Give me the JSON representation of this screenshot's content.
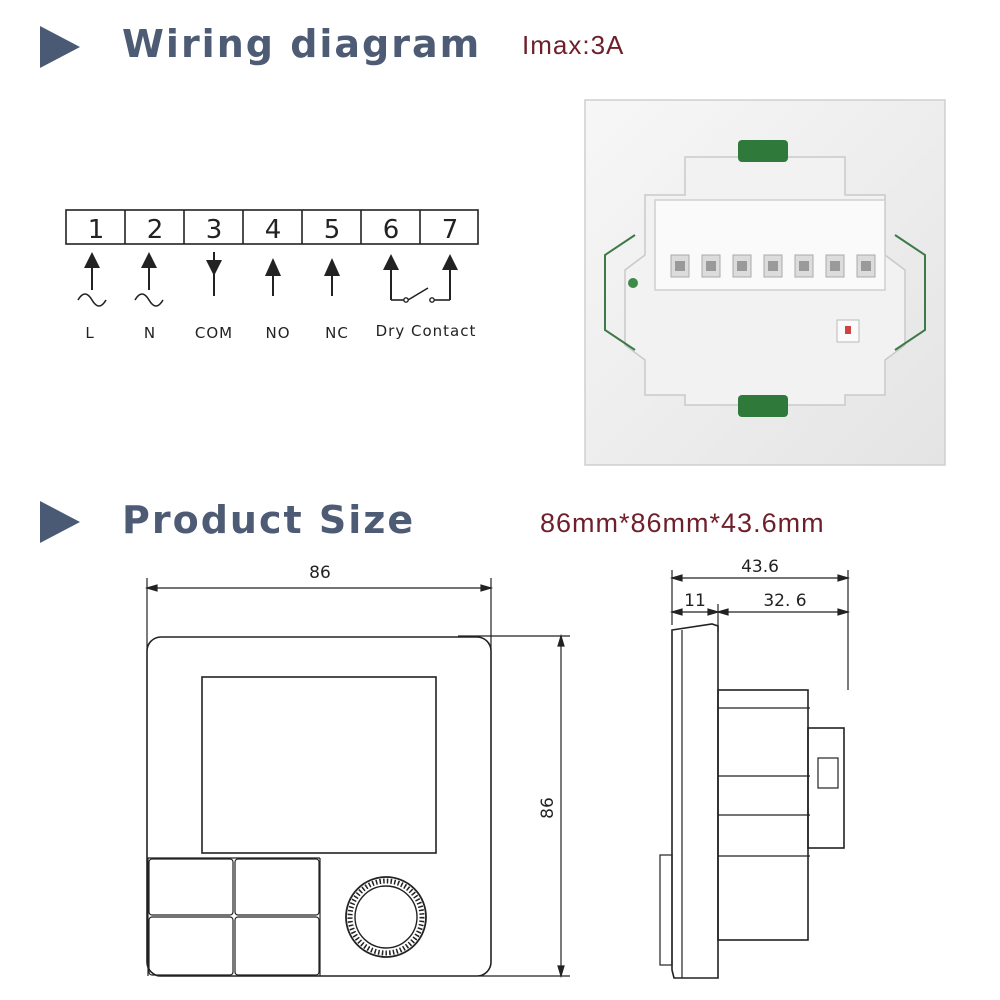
{
  "wiring": {
    "title": "Wiring diagram",
    "imax": "Imax:3A",
    "terminals": [
      "1",
      "2",
      "3",
      "4",
      "5",
      "6",
      "7"
    ],
    "labels": {
      "l": "L",
      "n": "N",
      "com": "COM",
      "no": "NO",
      "nc": "NC",
      "dry": "Dry Contact"
    }
  },
  "product_size": {
    "title": "Product Size",
    "spec": "86mm*86mm*43.6mm",
    "front_width": "86",
    "front_height": "86",
    "side_depth": "43.6",
    "side_front": "11",
    "side_back": "32. 6"
  },
  "colors": {
    "heading": "#4e5b74",
    "accent": "#6e1f2a",
    "line": "#222222"
  }
}
